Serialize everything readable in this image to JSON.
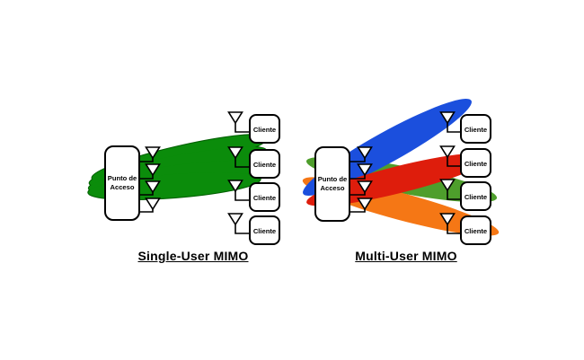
{
  "page": {
    "background": "#ffffff",
    "description": "Comparison diagram of Single-User MIMO and Multi-User MIMO beamforming"
  },
  "colors": {
    "su_beam": "#0b8c0b",
    "su_beam_stroke": "#005e00",
    "mu_blue": "#1b4fdd",
    "mu_red": "#de1d0c",
    "mu_green": "#4e9e2c",
    "mu_orange": "#f57715",
    "box_fill": "#ffffff",
    "box_stroke": "#000000"
  },
  "diagrams": {
    "left": {
      "title": "Single-User MIMO",
      "ap": {
        "line1": "Punto de",
        "line2": "Acceso",
        "antenna_count": 4
      },
      "clients": [
        "Cliente",
        "Cliente",
        "Cliente",
        "Cliente"
      ],
      "beams": [
        {
          "name": "green-beam-1",
          "color_key": "su_beam",
          "target": "client-2"
        },
        {
          "name": "green-beam-2",
          "color_key": "su_beam",
          "target": "client-2"
        },
        {
          "name": "green-beam-3",
          "color_key": "su_beam",
          "target": "client-2"
        },
        {
          "name": "green-beam-4",
          "color_key": "su_beam",
          "target": "client-2"
        }
      ]
    },
    "right": {
      "title": "Multi-User MIMO",
      "ap": {
        "line1": "Punto de",
        "line2": "Acceso",
        "antenna_count": 4
      },
      "clients": [
        "Cliente",
        "Cliente",
        "Cliente",
        "Cliente"
      ],
      "beams": [
        {
          "name": "blue-beam",
          "color_key": "mu_blue",
          "target": "client-1"
        },
        {
          "name": "red-beam",
          "color_key": "mu_red",
          "target": "client-2"
        },
        {
          "name": "green-beam",
          "color_key": "mu_green",
          "target": "client-3"
        },
        {
          "name": "orange-beam",
          "color_key": "mu_orange",
          "target": "client-4"
        }
      ]
    }
  }
}
